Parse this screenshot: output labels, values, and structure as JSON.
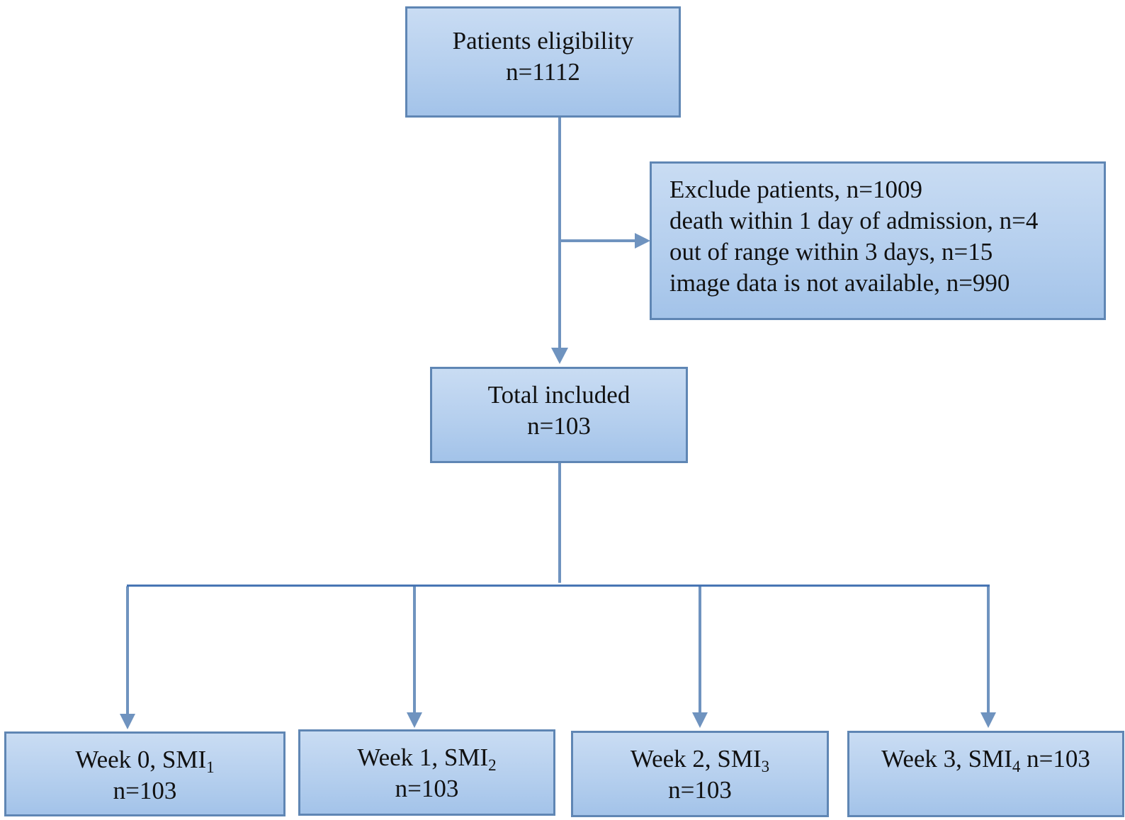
{
  "eligibility": {
    "title": "Patients eligibility",
    "count": "n=1112"
  },
  "exclusion": {
    "lines": [
      "Exclude patients, n=1009",
      "death within 1 day of admission, n=4",
      "out of range within 3 days, n=15",
      "image data is not available, n=990"
    ]
  },
  "total": {
    "title": "Total included",
    "count": "n=103"
  },
  "weeks": [
    {
      "label": "Week 0, SMI",
      "sub": "1",
      "count": "n=103"
    },
    {
      "label": "Week 1, SMI",
      "sub": "2",
      "count": "n=103"
    },
    {
      "label": "Week 2, SMI",
      "sub": "3",
      "count": "n=103"
    },
    {
      "label": "Week 3, SMI",
      "sub": "4",
      "count": " n=103"
    }
  ],
  "colors": {
    "box_border": "#5f86b4",
    "box_fill": "#b5cfee",
    "connector": "#6f93bf",
    "branch_line": "#3f6fb0"
  }
}
